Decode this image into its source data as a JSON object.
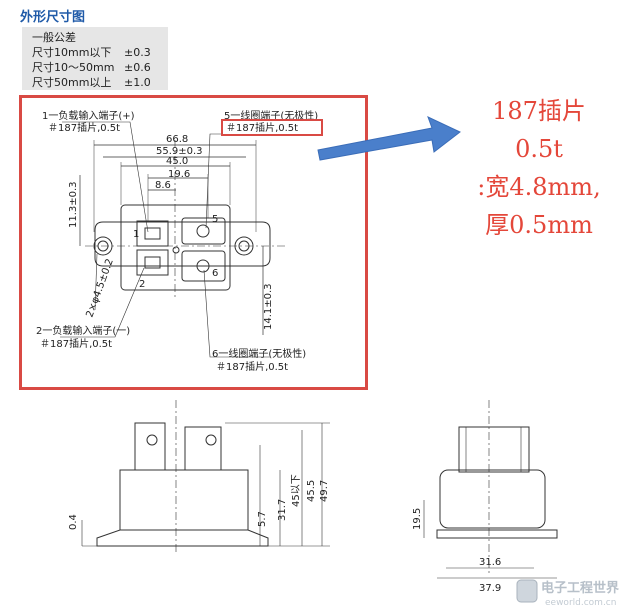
{
  "title": "外形尺寸图",
  "tolerance": {
    "heading": "一般公差",
    "rows": [
      {
        "label": "尺寸10mm以下",
        "value": "±0.3"
      },
      {
        "label": "尺寸10～50mm",
        "value": "±0.6"
      },
      {
        "label": "尺寸50mm以上",
        "value": "±1.0"
      }
    ]
  },
  "top_view": {
    "terminal_1": {
      "name": "1一负载输入端子(+)",
      "spec": "＃187插片,0.5t"
    },
    "terminal_5": {
      "name": "5一线圈端子(无极性)",
      "spec": "＃187插片,0.5t"
    },
    "terminal_2": {
      "name": "2一负载输入端子(一)",
      "spec": "＃187插片,0.5t"
    },
    "terminal_6": {
      "name": "6一线圈端子(无极性)",
      "spec": "＃187插片,0.5t"
    },
    "dims": {
      "d1": "66.8",
      "d2": "55.9±0.3",
      "d3": "45.0",
      "d4": "19.6",
      "d5": "8.6",
      "height_left": "11.3±0.3",
      "height_right": "14.1±0.3",
      "hole": "2×φ4.5±0.2"
    },
    "pin_labels": {
      "p1": "1",
      "p2": "2",
      "p5": "5",
      "p6": "6"
    }
  },
  "side_view": {
    "dims": {
      "d1": "0.4",
      "d2": "5.7",
      "d3": "31.7",
      "d4": "45以下",
      "d5": "45.5",
      "d6": "49.7"
    }
  },
  "end_view": {
    "dims": {
      "d1": "19.5",
      "d2": "31.6",
      "d3": "37.9"
    }
  },
  "callout": {
    "line1": "187插片",
    "line2": "0.5t",
    "line3": ":宽4.8mm,",
    "line4": "厚0.5mm"
  },
  "colors": {
    "accent": "#d94a44",
    "arrow": "#4a7fcb",
    "title": "#1f5aa8"
  },
  "watermark": {
    "text": "电子工程世界",
    "sub": "eeworld.com.cn"
  }
}
